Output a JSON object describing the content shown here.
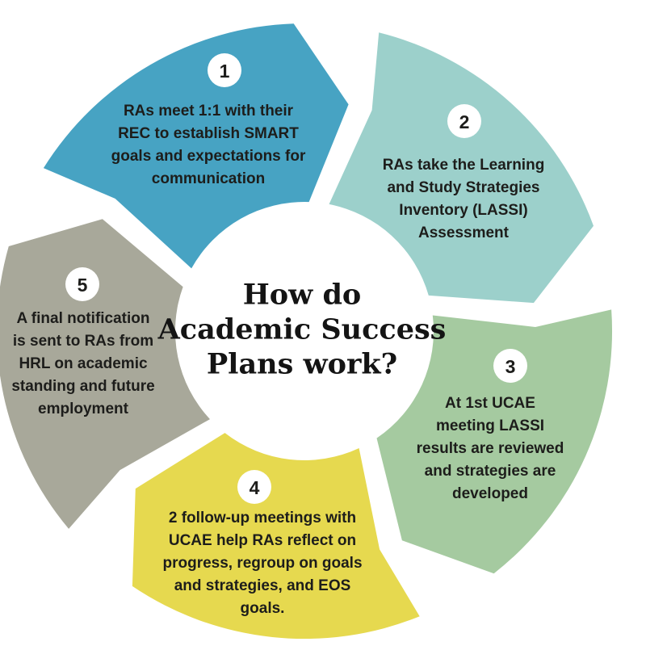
{
  "title": {
    "text": "How do Academic Success Plans work?",
    "lines": [
      "How do",
      "Academic Success",
      "Plans work?"
    ]
  },
  "segments": [
    {
      "number": "1",
      "color": "#47a3c3",
      "text": "RAs meet 1:1 with their REC to establish SMART goals and expectations for communication",
      "lines": [
        "RAs meet 1:1 with their",
        "REC to establish SMART",
        "goals and expectations for",
        "communication"
      ]
    },
    {
      "number": "2",
      "color": "#9cd0cb",
      "text": "RAs take the Learning and Study Strategies Inventory (LASSI) Assessment",
      "lines": [
        "RAs take the Learning",
        "and Study Strategies",
        "Inventory (LASSI)",
        "Assessment"
      ]
    },
    {
      "number": "3",
      "color": "#a5caa0",
      "text": "At 1st UCAE meeting LASSI results are reviewed and strategies are developed",
      "lines": [
        "At 1st UCAE",
        "meeting LASSI",
        "results are reviewed",
        "and strategies are",
        "developed"
      ]
    },
    {
      "number": "4",
      "color": "#e6d94f",
      "text": "2 follow-up meetings with UCAE help RAs reflect on progress, regroup on goals and strategies, and EOS goals.",
      "lines": [
        "2 follow-up meetings with",
        "UCAE help RAs reflect on",
        "progress, regroup on goals",
        "and strategies, and EOS",
        "goals."
      ]
    },
    {
      "number": "5",
      "color": "#a8a89a",
      "text": "A final notification is sent to RAs from HRL on academic standing and future employment",
      "lines": [
        "A final notification",
        "is sent to RAs from",
        "HRL on academic",
        "standing and future",
        "employment"
      ]
    }
  ],
  "colors": {
    "background": "#ffffff",
    "badge_fill": "#ffffff",
    "segment_text": "#1d1d1b",
    "title_text": "#141414"
  }
}
